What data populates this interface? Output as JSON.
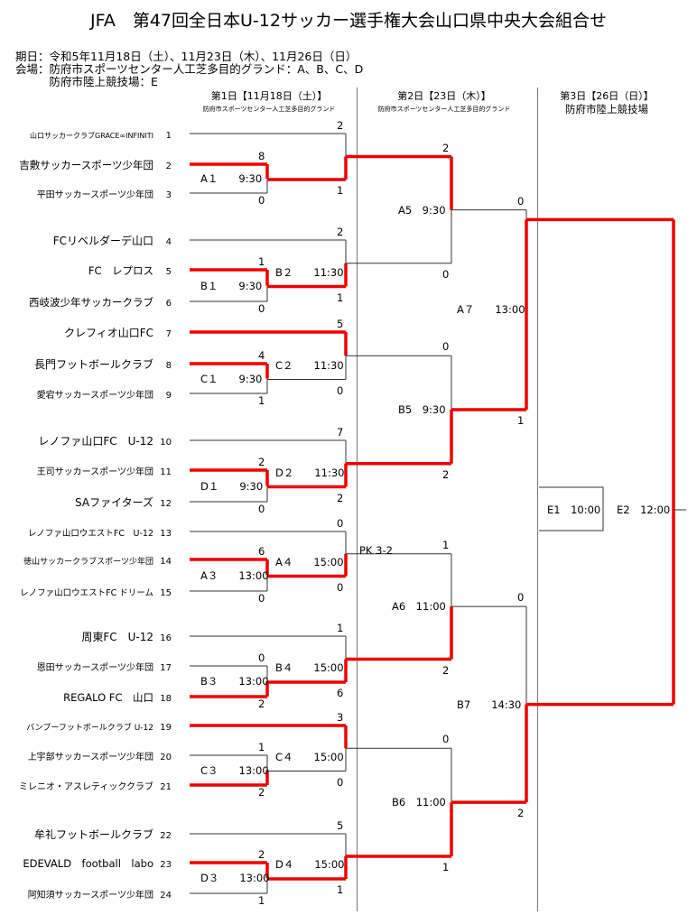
{
  "title": "JFA　第47回全日本U-12サッカー選手権大会山口県中央大会組合せ",
  "info": [
    "期日：令和5年11月18日（土）、11月23日（木）、11月26日（日）",
    "会場：防府市スポーツセンター人工芝多目的グランド：A、B、C、D",
    "　　　防府市陸上競技場：E"
  ],
  "days": [
    {
      "label": "第1日【11月18日（土）】",
      "venue": "防府市スポーツセンター人工芝多目的グランド"
    },
    {
      "label": "第2日【23日（木）】",
      "venue": "防府市スポーツセンター人工芝多目的グランド"
    },
    {
      "label": "第3日【26日（日）】",
      "venue": "防府市陸上競技場"
    }
  ],
  "teams": [
    {
      "num": "1",
      "name": "山口サッカークラブGRACE∞INFINITI"
    },
    {
      "num": "2",
      "name": "吉敷サッカースポーツ少年団"
    },
    {
      "num": "3",
      "name": "平田サッカースポーツ少年団"
    },
    {
      "num": "4",
      "name": "FCリベルダーデ山口"
    },
    {
      "num": "5",
      "name": "FC　レプロス"
    },
    {
      "num": "6",
      "name": "西岐波少年サッカークラブ"
    },
    {
      "num": "7",
      "name": "クレフィオ山口FC"
    },
    {
      "num": "8",
      "name": "長門フットボールクラブ"
    },
    {
      "num": "9",
      "name": "愛宕サッカースポーツ少年団"
    },
    {
      "num": "10",
      "name": "レノファ山口FC　U-12"
    },
    {
      "num": "11",
      "name": "王司サッカースポーツ少年団"
    },
    {
      "num": "12",
      "name": "SAファイターズ"
    },
    {
      "num": "13",
      "name": "レノファ山口ウエストFC　U-12"
    },
    {
      "num": "14",
      "name": "徳山サッカークラブスポーツ少年団"
    },
    {
      "num": "15",
      "name": "レノファ山口ウエストFC ドリーム"
    },
    {
      "num": "16",
      "name": "周東FC　U-12"
    },
    {
      "num": "17",
      "name": "恩田サッカースポーツ少年団"
    },
    {
      "num": "18",
      "name": "REGALO FC　山口"
    },
    {
      "num": "19",
      "name": "バンブーフットボールクラブ U-12"
    },
    {
      "num": "20",
      "name": "上宇部サッカースポーツ少年団"
    },
    {
      "num": "21",
      "name": "ミレニオ・アスレティッククラブ"
    },
    {
      "num": "22",
      "name": "牟礼フットボールクラブ"
    },
    {
      "num": "23",
      "name": "EDEVALD　football　labo"
    },
    {
      "num": "24",
      "name": "阿知須サッカースポーツ少年団"
    }
  ],
  "matches": [
    {
      "id": "A1",
      "label": "A１　　9:30",
      "s1": "8",
      "s2": "0"
    },
    {
      "id": "A2",
      "label": "",
      "s1": "2",
      "s2": "1"
    },
    {
      "id": "B1",
      "label": "B１　　9:30",
      "s1": "1",
      "s2": "0"
    },
    {
      "id": "B2",
      "label": "B２　　11:30",
      "s1": "2",
      "s2": "1"
    },
    {
      "id": "C1",
      "label": "C１　　9:30",
      "s1": "4",
      "s2": "1"
    },
    {
      "id": "C2",
      "label": "C２　　11:30",
      "s1": "5",
      "s2": "0"
    },
    {
      "id": "D1",
      "label": "D１　　9:30",
      "s1": "2",
      "s2": "0"
    },
    {
      "id": "D2",
      "label": "D２　　11:30",
      "s1": "7",
      "s2": "2"
    },
    {
      "id": "A3",
      "label": "A３　　13:00",
      "s1": "6",
      "s2": "0"
    },
    {
      "id": "A4",
      "label": "A４　　15:00",
      "s1": "0",
      "s2": "0"
    },
    {
      "id": "B3",
      "label": "B３　　13:00",
      "s1": "0",
      "s2": "2"
    },
    {
      "id": "B4",
      "label": "B４　　15:00",
      "s1": "1",
      "s2": "6"
    },
    {
      "id": "C3",
      "label": "C３　　13:00",
      "s1": "1",
      "s2": "2"
    },
    {
      "id": "C4",
      "label": "C４　　15:00",
      "s1": "3",
      "s2": "0"
    },
    {
      "id": "D3",
      "label": "D３　　13:00",
      "s1": "2",
      "s2": "1"
    },
    {
      "id": "D4",
      "label": "D４　　15:00",
      "s1": "5",
      "s2": "1"
    },
    {
      "id": "A5",
      "label": "A5　9:30",
      "s1": "2",
      "s2": "0"
    },
    {
      "id": "B5",
      "label": "B5　9:30",
      "s1": "0",
      "s2": "2"
    },
    {
      "id": "A6",
      "label": "A6　11:00",
      "s1": "1",
      "s2": "2",
      "note": "PK 3-2"
    },
    {
      "id": "B6",
      "label": "B6　11:00",
      "s1": "0",
      "s2": "1"
    },
    {
      "id": "A7",
      "label": "A７　　13:00",
      "s1": "0",
      "s2": "1"
    },
    {
      "id": "B7",
      "label": "B7　　14:30",
      "s1": "0",
      "s2": "2"
    },
    {
      "id": "E1",
      "label": "E1　10:00"
    },
    {
      "id": "E2",
      "label": "E2　12:00"
    }
  ]
}
